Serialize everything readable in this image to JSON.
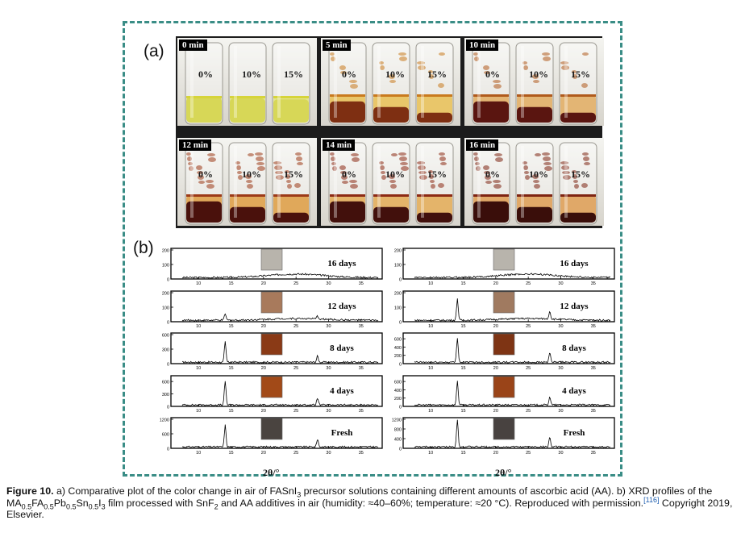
{
  "panel_a_label": "(a)",
  "panel_b_label": "(b)",
  "photos": [
    {
      "time": "0 min",
      "percents": [
        "0%",
        "10%",
        "15%"
      ],
      "bottom_color": "#cfcf32",
      "top_color": "#e3e48e",
      "band_color": "#d6d43a",
      "residue": 0
    },
    {
      "time": "5 min",
      "percents": [
        "0%",
        "10%",
        "15%"
      ],
      "bottom_color": "#7e2f12",
      "top_color": "#e9c66a",
      "band_color": "#c97a1e",
      "residue": 1
    },
    {
      "time": "10 min",
      "percents": [
        "0%",
        "10%",
        "15%"
      ],
      "bottom_color": "#5a1510",
      "top_color": "#e3b574",
      "band_color": "#b05a1c",
      "residue": 1
    },
    {
      "time": "12 min",
      "percents": [
        "0%",
        "10%",
        "15%"
      ],
      "bottom_color": "#4a110c",
      "top_color": "#e0a85a",
      "band_color": "#9c3a18",
      "residue": 2
    },
    {
      "time": "14 min",
      "percents": [
        "0%",
        "10%",
        "15%"
      ],
      "bottom_color": "#42100c",
      "top_color": "#e4b46a",
      "band_color": "#8c2a14",
      "residue": 2
    },
    {
      "time": "16 min",
      "percents": [
        "0%",
        "10%",
        "15%"
      ],
      "bottom_color": "#3a0e0a",
      "top_color": "#e0a868",
      "band_color": "#7e2412",
      "residue": 2
    }
  ],
  "xrd": {
    "xticks": [
      10,
      15,
      20,
      25,
      30,
      35
    ],
    "xrange": [
      7,
      38
    ],
    "xlabel": "2θ/°",
    "columns": [
      {
        "rows": [
          {
            "label": "16 days",
            "yticks": [
              0,
              100,
              200
            ],
            "ymax": 200,
            "peaks": [],
            "hump": 1,
            "square": "#b8b4ac"
          },
          {
            "label": "12 days",
            "yticks": [
              0,
              100,
              200
            ],
            "ymax": 200,
            "peaks": [
              [
                14.1,
                45
              ],
              [
                28.3,
                20
              ]
            ],
            "hump": 0.5,
            "square": "#a87a5c"
          },
          {
            "label": "8 days",
            "yticks": [
              0,
              300,
              600
            ],
            "ymax": 600,
            "peaks": [
              [
                14.1,
                420
              ],
              [
                28.3,
                130
              ]
            ],
            "hump": 0,
            "square": "#8a3a16"
          },
          {
            "label": "4 days",
            "yticks": [
              0,
              300,
              600
            ],
            "ymax": 700,
            "peaks": [
              [
                14.1,
                580
              ],
              [
                28.3,
                180
              ]
            ],
            "hump": 0,
            "square": "#a24a18"
          },
          {
            "label": "Fresh",
            "yticks": [
              0,
              600,
              1200
            ],
            "ymax": 1200,
            "peaks": [
              [
                14.1,
                900
              ],
              [
                28.3,
                330
              ]
            ],
            "hump": 0,
            "square": "#4a4440"
          }
        ]
      },
      {
        "rows": [
          {
            "label": "16 days",
            "yticks": [
              0,
              100,
              200
            ],
            "ymax": 200,
            "peaks": [],
            "hump": 1,
            "square": "#b8b4ac"
          },
          {
            "label": "12 days",
            "yticks": [
              0,
              100,
              200
            ],
            "ymax": 200,
            "peaks": [
              [
                14.1,
                150
              ],
              [
                28.3,
                55
              ]
            ],
            "hump": 0.5,
            "square": "#a07a60"
          },
          {
            "label": "8 days",
            "yticks": [
              0,
              200,
              400,
              600
            ],
            "ymax": 700,
            "peaks": [
              [
                14.1,
                600
              ],
              [
                28.3,
                230
              ]
            ],
            "hump": 0,
            "square": "#7e3414"
          },
          {
            "label": "4 days",
            "yticks": [
              0,
              200,
              400,
              600
            ],
            "ymax": 700,
            "peaks": [
              [
                14.1,
                580
              ],
              [
                28.3,
                200
              ]
            ],
            "hump": 0,
            "square": "#9a4418"
          },
          {
            "label": "Fresh",
            "yticks": [
              0,
              400,
              800,
              1200
            ],
            "ymax": 1200,
            "peaks": [
              [
                14.1,
                1150
              ],
              [
                28.3,
                400
              ]
            ],
            "hump": 0,
            "square": "#484240"
          }
        ]
      }
    ]
  },
  "caption": {
    "figure_label": "Figure 10.",
    "text_1": " a) Comparative plot of the color change in air of FASnI",
    "sub_1": "3",
    "text_2": " precursor solutions containing different amounts of ascorbic acid (AA). b) XRD profiles of the MA",
    "sub_2": "0.5",
    "text_3": "FA",
    "sub_3": "0.5",
    "text_4": "Pb",
    "sub_4": "0.5",
    "text_5": "Sn",
    "sub_5": "0.5",
    "text_6": "I",
    "sub_6": "3",
    "text_7": " film processed with SnF",
    "sub_7": "2",
    "text_8": " and AA additives in air (humidity: ≈40–60%; temperature: ≈20 °C). Reproduced with permission.",
    "citation": "[116]",
    "text_9": " Copyright 2019, Elsevier."
  }
}
